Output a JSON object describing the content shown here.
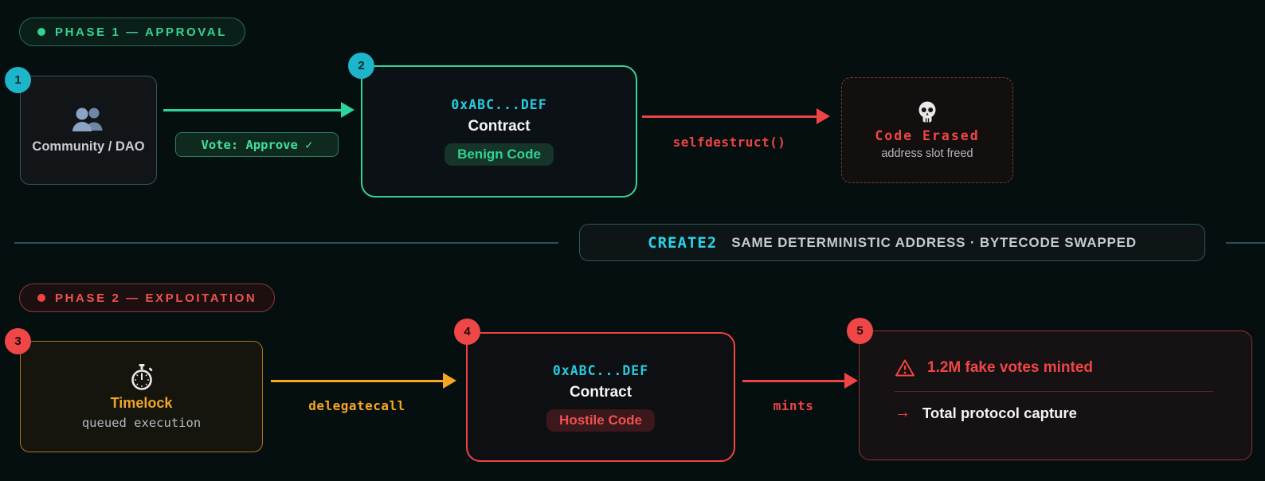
{
  "phase1": {
    "label": "PHASE 1 — APPROVAL"
  },
  "phase2": {
    "label": "PHASE 2 — EXPLOITATION"
  },
  "steps": [
    "1",
    "2",
    "3",
    "4",
    "5"
  ],
  "colors": {
    "green": "#2dd49b",
    "cyan": "#26ccdf",
    "red": "#ef4444",
    "orange": "#f5a623",
    "amber": "#f0a62a",
    "badge_teal": "#1db5c9",
    "badge_red": "#ef4747"
  },
  "nodes": {
    "community": {
      "title": "Community / DAO",
      "icon": "people-icon"
    },
    "contract_benign": {
      "address": "0xABC...DEF",
      "title": "Contract",
      "tag": "Benign Code"
    },
    "code_erased": {
      "title": "Code Erased",
      "subtitle": "address slot freed",
      "icon": "skull-icon"
    },
    "timelock": {
      "title": "Timelock",
      "subtitle": "queued execution",
      "icon": "stopwatch-icon"
    },
    "contract_hostile": {
      "address": "0xABC...DEF",
      "title": "Contract",
      "tag": "Hostile Code"
    },
    "impact": {
      "line1": "1.2M fake votes minted",
      "line2": "Total protocol capture",
      "arrow_glyph": "→",
      "icon": "warning-icon"
    }
  },
  "flows": {
    "vote": "Vote: Approve ✓",
    "selfdestruct": "selfdestruct()",
    "delegatecall": "delegatecall",
    "mints": "mints"
  },
  "divider": {
    "keyword": "CREATE2",
    "text": "SAME DETERMINISTIC ADDRESS · BYTECODE SWAPPED"
  }
}
